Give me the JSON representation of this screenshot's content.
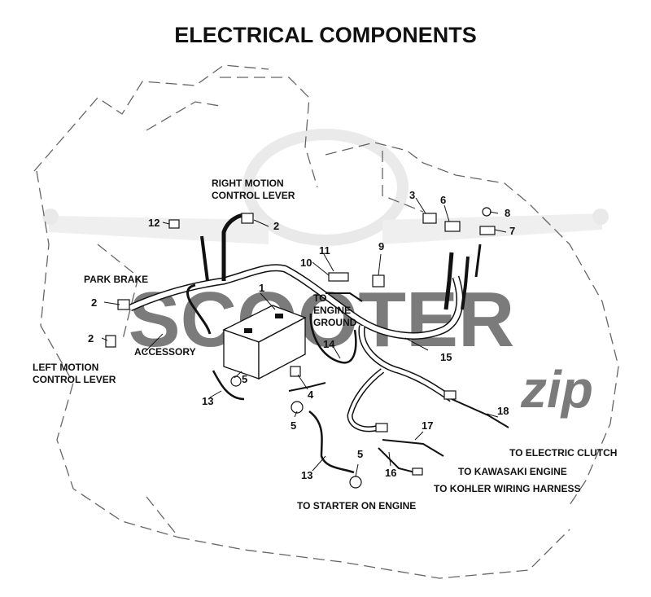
{
  "title": "ELECTRICAL COMPONENTS",
  "watermark": {
    "text": "SCOOTER",
    "script": "zip"
  },
  "labels": {
    "right_motion_1": "RIGHT MOTION",
    "right_motion_2": "CONTROL LEVER",
    "park_brake": "PARK BRAKE",
    "left_motion_1": "LEFT MOTION",
    "left_motion_2": "CONTROL LEVER",
    "accessory": "ACCESSORY",
    "engine_ground_1": "TO",
    "engine_ground_2": "ENGINE",
    "engine_ground_3": "GROUND",
    "electric_clutch": "TO ELECTRIC CLUTCH",
    "kawasaki": "TO KAWASAKI ENGINE",
    "kohler": "TO KOHLER WIRING HARNESS",
    "starter": "TO STARTER ON ENGINE"
  },
  "callouts": {
    "c1": "1",
    "c2a": "2",
    "c2b": "2",
    "c2c": "2",
    "c3": "3",
    "c4": "4",
    "c5a": "5",
    "c5b": "5",
    "c5c": "5",
    "c6": "6",
    "c7": "7",
    "c8": "8",
    "c9": "9",
    "c10": "10",
    "c11": "11",
    "c12": "12",
    "c13a": "13",
    "c13b": "13",
    "c14": "14",
    "c15": "15",
    "c16": "16",
    "c17": "17",
    "c18": "18"
  },
  "colors": {
    "line": "#111111",
    "outline": "#666666",
    "watermark": "#dddddd"
  }
}
